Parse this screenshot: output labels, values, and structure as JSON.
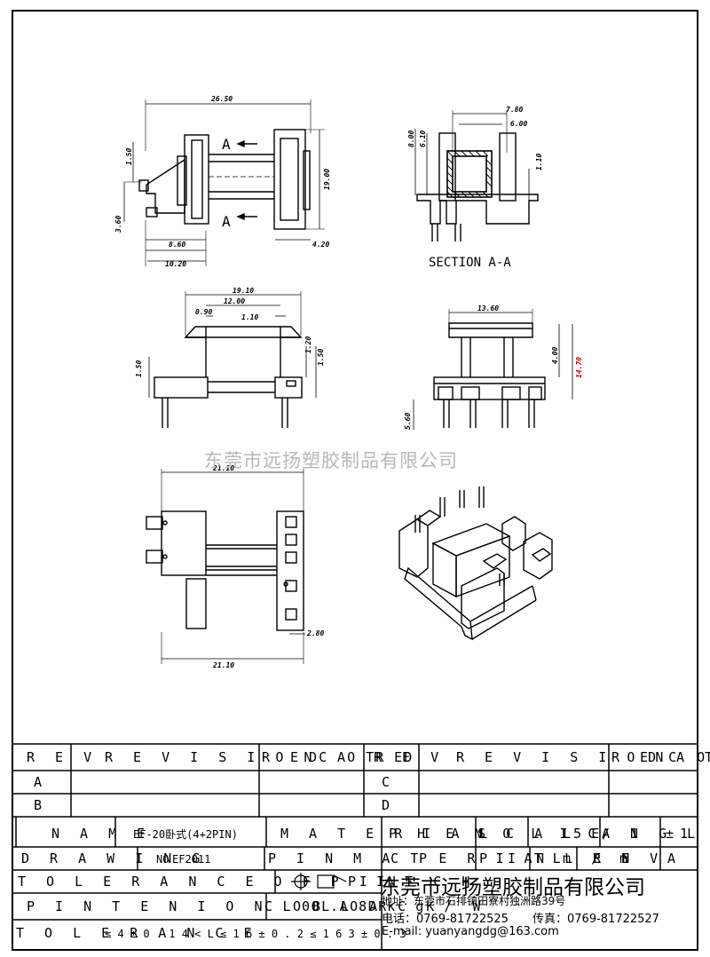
{
  "drawing": {
    "top_view": {
      "dims": [
        "26.50",
        "1.50",
        "19.00",
        "3.60",
        "8.60",
        "4.20",
        "10.20"
      ],
      "section_marks": [
        "A",
        "A"
      ]
    },
    "section_view": {
      "dims": [
        "7.80",
        "6.00",
        "8.00",
        "6.10",
        "1.10"
      ],
      "label": "SECTION A-A"
    },
    "front_view": {
      "dims": [
        "19.10",
        "12.00",
        "0.90",
        "1.10",
        "1.50",
        "1.20",
        "1.50"
      ]
    },
    "side_view": {
      "dims": [
        "13.60",
        "4.00",
        "14.70",
        "5.60"
      ]
    },
    "bottom_view": {
      "dims": [
        "21.10",
        "2.80",
        "21.10"
      ]
    }
  },
  "watermark": "东莞市远扬塑胶制品有限公司",
  "revision_table": {
    "header_left": {
      "rev": "R E V",
      "revision": "R E V I S I O N",
      "record": "R E C O R D",
      "date": "D A T E"
    },
    "header_right": {
      "rev": "R E V",
      "revision": "R E V I S I O N",
      "record": "R E C O R D",
      "date": "D A T E"
    },
    "rows_left": [
      "A",
      "B"
    ],
    "rows_right": [
      "C",
      "D"
    ]
  },
  "title_block": {
    "name_label": "N A M E",
    "name_value": "EF-20卧式(4+2PIN)",
    "material_label": "M A T E R I A L",
    "material_value": "P H E N O L I C",
    "scale_label": "S C A L E",
    "scale_value": "5 / 1",
    "angle_label": "A N G L E",
    "angle_value": "±1 °",
    "drawing_label": "D R A W I N G",
    "drawing_no": "NO",
    "drawing_value": "EF2011",
    "pin_material_label": "P I N M A T E R I A L",
    "pin_material_value": "C P",
    "pin_length_label": "P I N L E N",
    "pin_length_value": "T m / m",
    "rev_label": "R E V",
    "rev_value": "A",
    "pin_tolerance_label": "T O L E R A N C E O F P I N",
    "pitch_label": "P I T C H",
    "pin_tension_label": "P I N T E N I O N L O A D",
    "pin_tension_value": "0 . 8 k g / W",
    "color_label": "C O L O R",
    "color_value": "B L A C K",
    "tolerance_label": "T O L E R A N C E",
    "tolerance_values": "≤ 4 ± 0 . 1   4 < L ≤ 1 6 ± 0 . 2   ≤ 1 6 3 ± 0 . 3"
  },
  "company": {
    "name": "东莞市远扬塑胶制品有限公司",
    "address": "地址：东莞市石排镇田寮村独洲路39号",
    "phone": "电话：0769-81722525",
    "fax": "传真：0769-81722527",
    "email": "E-mail: yuanyangdg@163.com"
  }
}
